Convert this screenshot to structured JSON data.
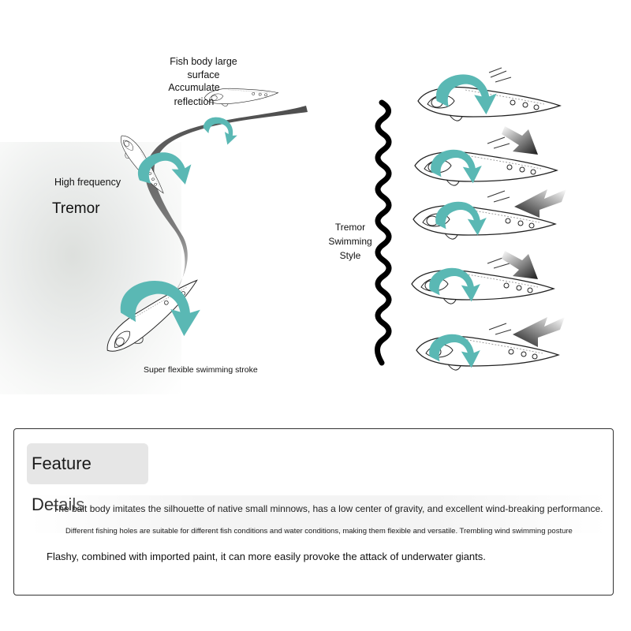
{
  "diagram": {
    "labels": {
      "surface": "Fish body large surface",
      "reflection": "Accumulate reflection",
      "high_frequency": "High frequency",
      "tremor": "Tremor",
      "stroke": "Super flexible swimming stroke",
      "swimming_style": "Tremor Swimming Style"
    },
    "colors": {
      "arrow": "#5ab8b4",
      "curve": "#555555",
      "wave": "#000000"
    }
  },
  "feature": {
    "title": "Feature Details",
    "lines": [
      "The bait body imitates the silhouette of native small minnows, has a low center of gravity, and excellent wind-breaking performance.",
      "Different fishing holes are suitable for different fish conditions and water conditions, making them flexible and versatile. Trembling wind swimming posture",
      "Flashy, combined with imported paint, it can more easily provoke the attack of underwater giants."
    ]
  }
}
